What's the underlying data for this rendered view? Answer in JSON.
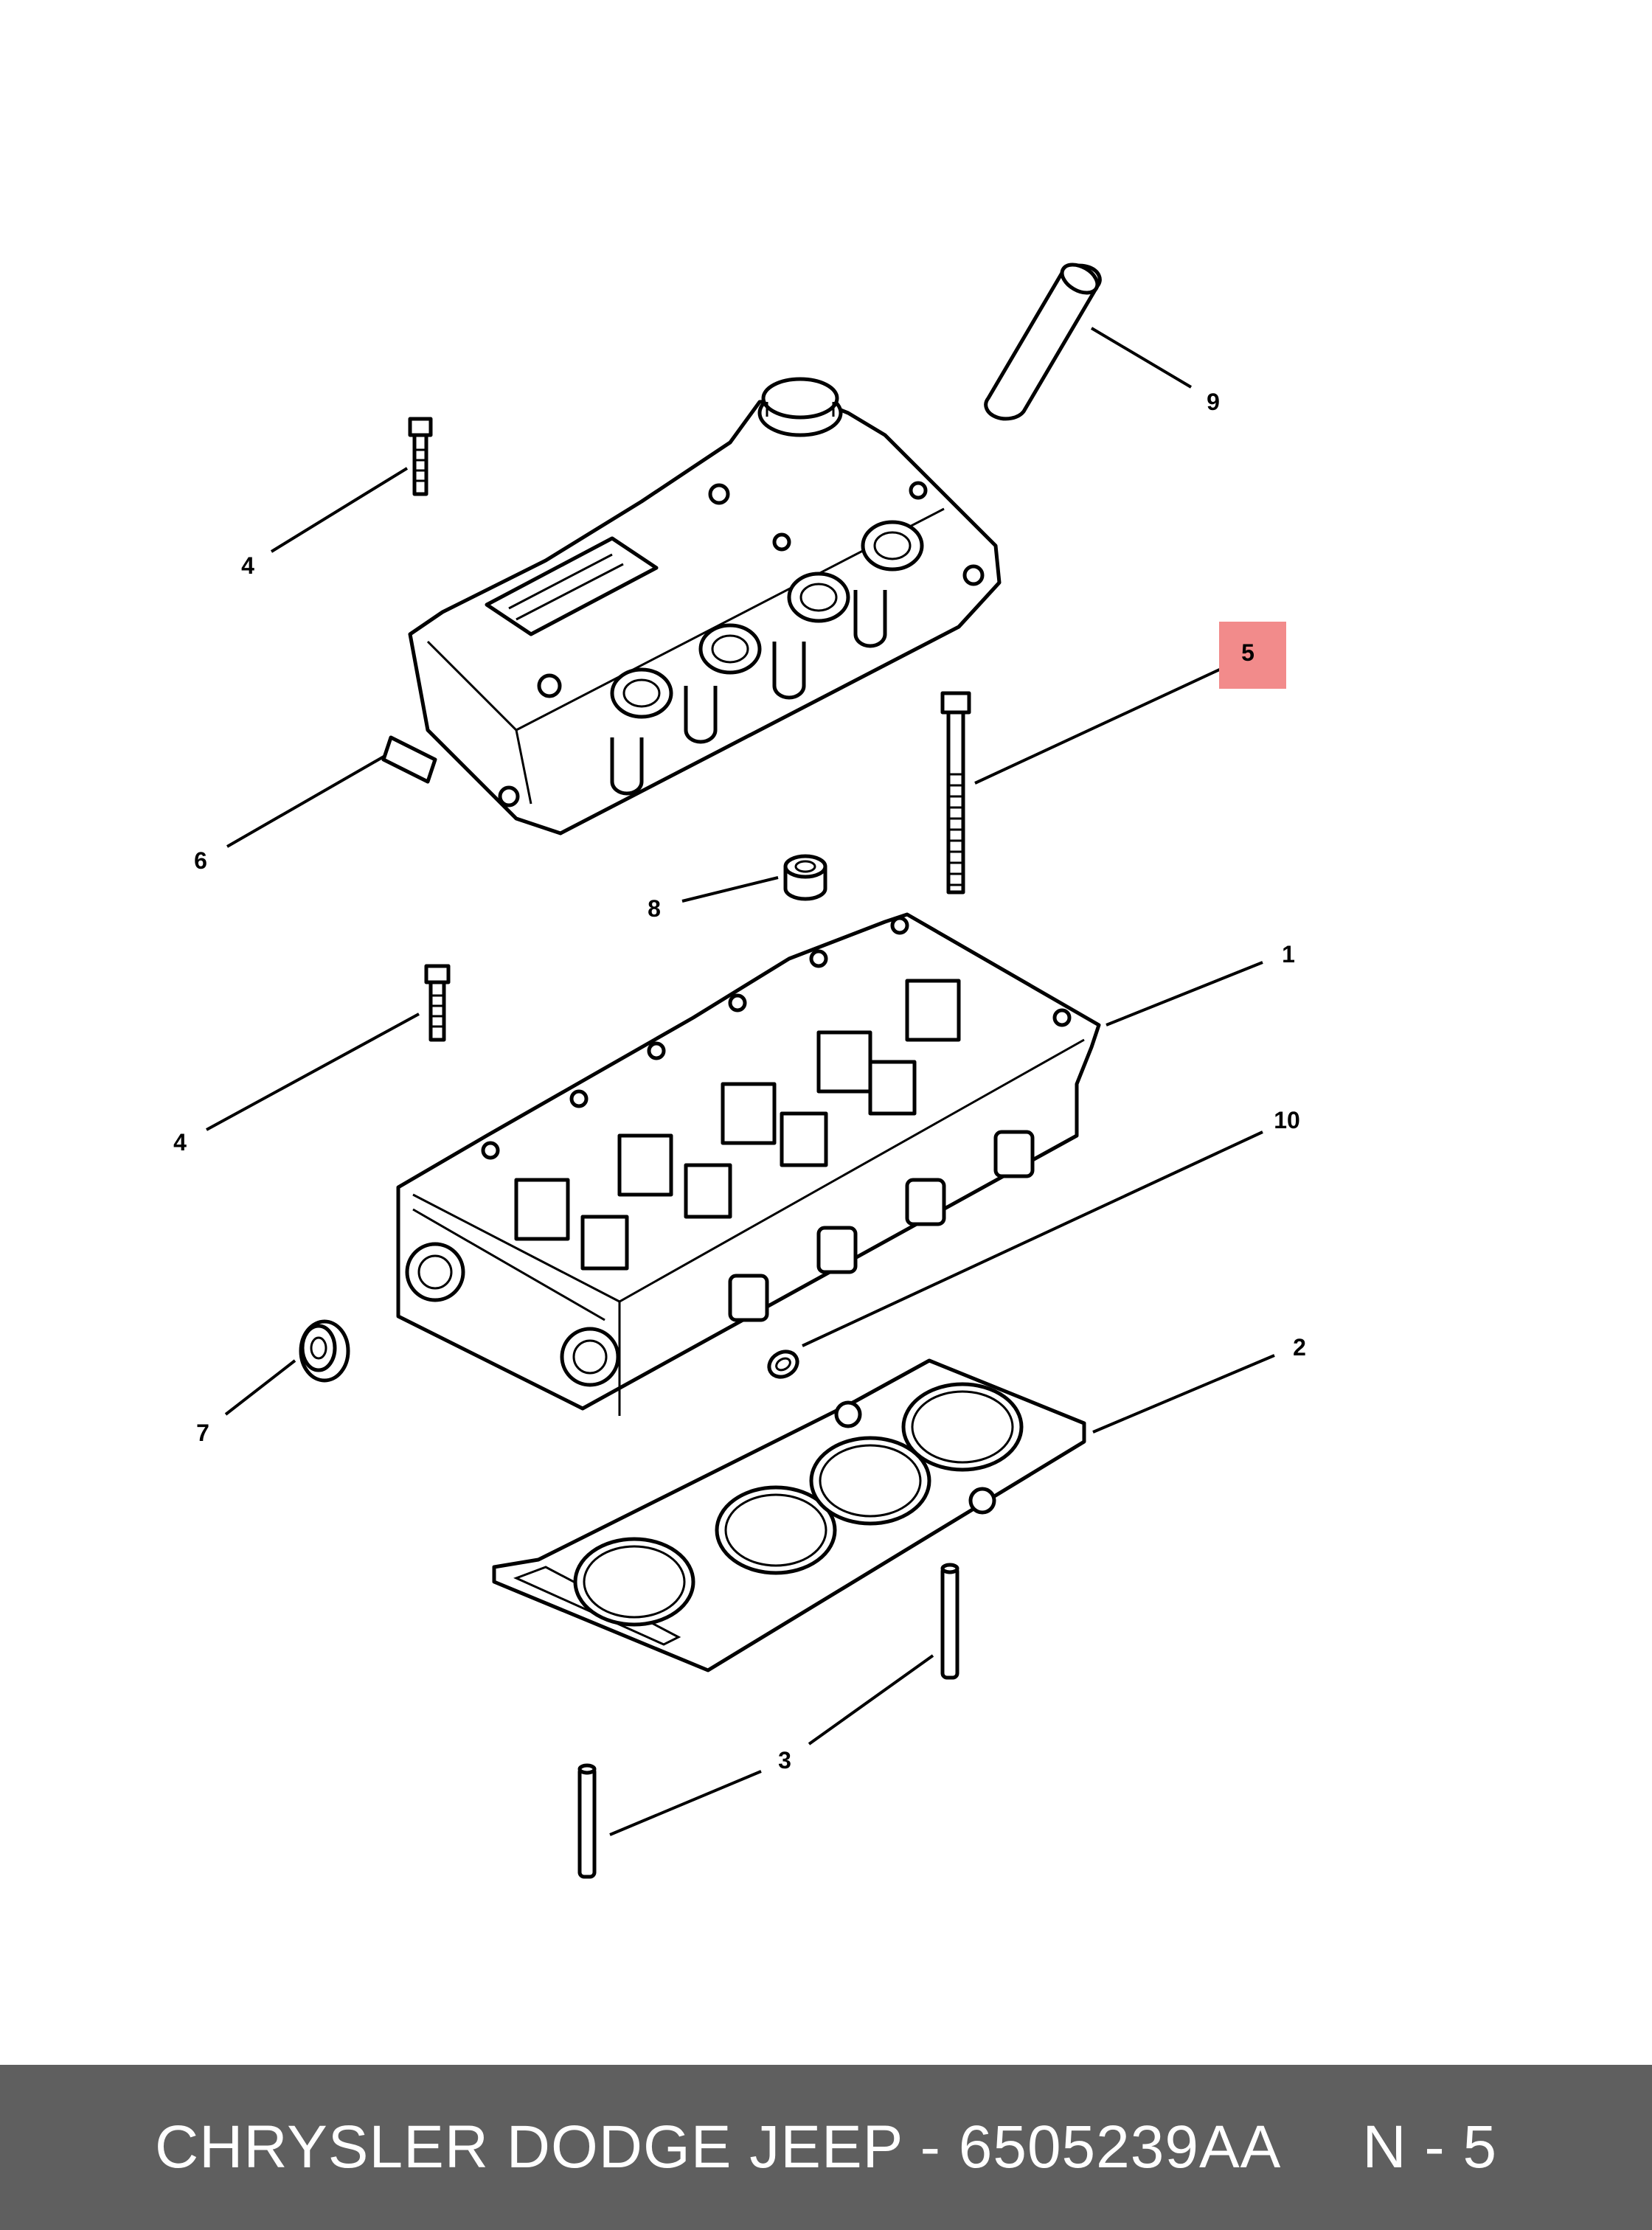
{
  "callouts": [
    {
      "id": "1",
      "label": "1"
    },
    {
      "id": "2",
      "label": "2"
    },
    {
      "id": "3",
      "label": "3"
    },
    {
      "id": "4a",
      "label": "4"
    },
    {
      "id": "4b",
      "label": "4"
    },
    {
      "id": "5",
      "label": "5",
      "highlighted": true
    },
    {
      "id": "6",
      "label": "6"
    },
    {
      "id": "7",
      "label": "7"
    },
    {
      "id": "8",
      "label": "8"
    },
    {
      "id": "9",
      "label": "9"
    },
    {
      "id": "10",
      "label": "10"
    }
  ],
  "highlight_color": "#f28b8b",
  "footer": {
    "part_text": "CHRYSLER DODGE JEEP - 6505239AA",
    "ref_text": "N - 5",
    "background": "#5f5f5f"
  }
}
